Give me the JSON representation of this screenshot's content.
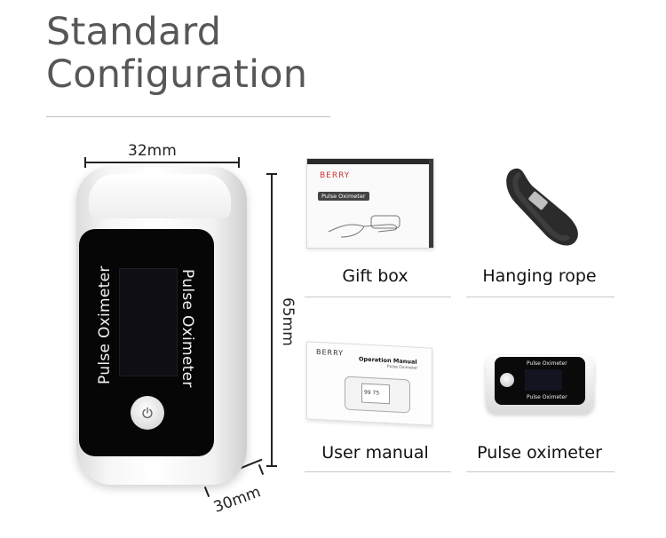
{
  "header": {
    "title_line1": "Standard",
    "title_line2": "Configuration"
  },
  "dimensions": {
    "width": "32mm",
    "height": "65mm",
    "depth": "30mm"
  },
  "device": {
    "face_text_left": "Pulse Oximeter",
    "face_text_right": "Pulse Oximeter",
    "power_icon": "power-icon"
  },
  "items": [
    {
      "label": "Gift box"
    },
    {
      "label": "Hanging rope"
    },
    {
      "label": "User manual"
    },
    {
      "label": "Pulse oximeter"
    }
  ],
  "gift_box": {
    "brand": "BERRY",
    "badge": "Pulse Oximeter"
  },
  "manual": {
    "brand": "BERRY",
    "title": "Operation Manual",
    "subtitle": "Pulse Oximeter",
    "screen_values": "99 75"
  },
  "mini_oximeter": {
    "text_top": "Pulse Oximeter",
    "text_bottom": "Pulse Oximeter"
  },
  "colors": {
    "title": "#575757",
    "device_face": "#060606",
    "rule": "#c8c8c8"
  }
}
